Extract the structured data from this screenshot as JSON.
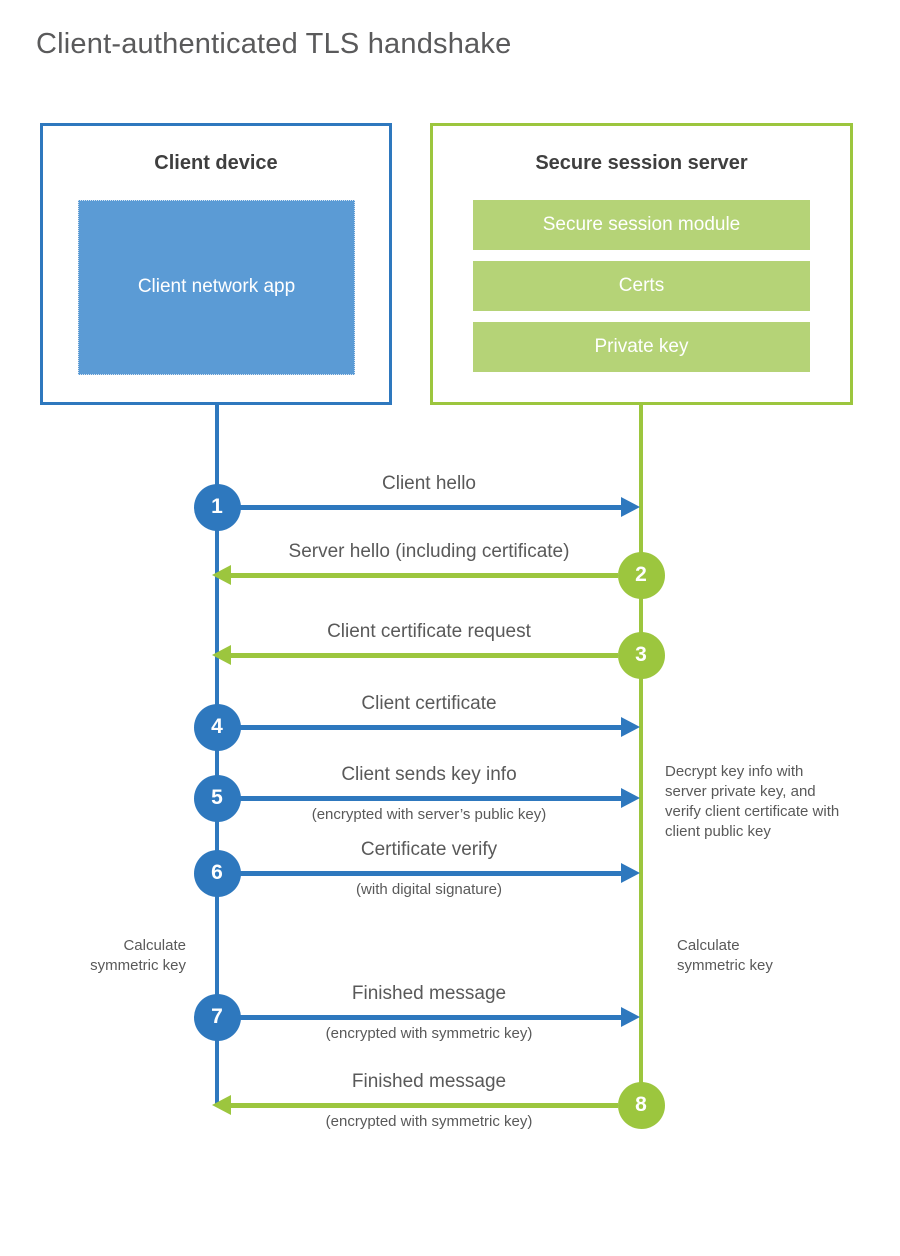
{
  "title": "Client-authenticated TLS handshake",
  "colors": {
    "blue": "#2E78BE",
    "blue_light": "#5B9BD5",
    "green": "#9CC63E",
    "green_light": "#B5D377",
    "text_gray": "#595959"
  },
  "client": {
    "title": "Client device",
    "module": "Client network app"
  },
  "server": {
    "title": "Secure session server",
    "modules": [
      "Secure session module",
      "Certs",
      "Private key"
    ]
  },
  "steps": [
    {
      "num": "1",
      "label": "Client hello",
      "sublabel": "",
      "from": "client",
      "to": "server"
    },
    {
      "num": "2",
      "label": "Server hello (including certificate)",
      "sublabel": "",
      "from": "server",
      "to": "client"
    },
    {
      "num": "3",
      "label": "Client certificate request",
      "sublabel": "",
      "from": "server",
      "to": "client"
    },
    {
      "num": "4",
      "label": "Client certificate",
      "sublabel": "",
      "from": "client",
      "to": "server"
    },
    {
      "num": "5",
      "label": "Client sends key info",
      "sublabel": "(encrypted with server’s public key)",
      "from": "client",
      "to": "server"
    },
    {
      "num": "6",
      "label": "Certificate verify",
      "sublabel": "(with digital signature)",
      "from": "client",
      "to": "server"
    },
    {
      "num": "7",
      "label": "Finished message",
      "sublabel": "(encrypted with symmetric key)",
      "from": "client",
      "to": "server"
    },
    {
      "num": "8",
      "label": "Finished message",
      "sublabel": "(encrypted with symmetric key)",
      "from": "server",
      "to": "client"
    }
  ],
  "notes": {
    "decrypt": "Decrypt key info with server private key, and verify client certificate with client public key",
    "calc_left": "Calculate symmetric key",
    "calc_right": "Calculate symmetric key"
  }
}
